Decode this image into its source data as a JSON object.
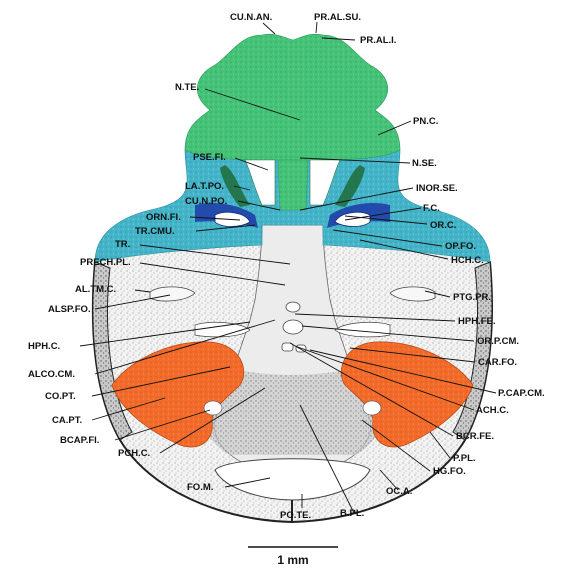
{
  "labels": {
    "cu_n_an": "CU.N.AN.",
    "pr_al_su": "PR.AL.SU.",
    "pr_al_i": "PR.AL.I.",
    "n_te": "N.TE.",
    "pn_c": "PN.C.",
    "pse_fi": "PSE.FI.",
    "n_se": "N.SE.",
    "la_t_po": "LA.T.PO.",
    "inor_se": "INOR.SE.",
    "cu_n_po": "CU.N.PO.",
    "f_c": "F.C.",
    "orn_fi": "ORN.FI.",
    "or_c": "OR.C.",
    "tr_cmu": "TR.CMU.",
    "op_fo": "OP.FO.",
    "tr": "TR.",
    "hch_c": "HCH.C.",
    "prech_pl": "PRECH.PL.",
    "al_tm_c": "AL.TM.C.",
    "ptg_pr": "PTG.PR.",
    "alsp_fo": "ALSP.FO.",
    "hph_fe": "HPH.FE.",
    "hph_c": "HPH.C.",
    "or_p_cm": "OR.P.CM.",
    "alco_cm": "ALCO.CM.",
    "car_fo": "CAR.FO.",
    "co_pt": "CO.PT.",
    "p_cap_cm": "P.CAP.CM.",
    "ca_pt": "CA.PT.",
    "ach_c": "ACH.C.",
    "bcap_fi": "BCAP.FI.",
    "bcr_fe": "BCR.FE.",
    "pch_c": "PCH.C.",
    "p_pl": "P.PL.",
    "hg_fo": "HG.FO.",
    "fo_m": "FO.M.",
    "oc_a": "OC.A.",
    "po_te": "PO.TE.",
    "b_pl": "B.PL."
  },
  "scale_bar": {
    "label": "1 mm"
  },
  "colors": {
    "nasal_green": "#3fbf72",
    "orbital_cyan": "#3fb6c8",
    "orbital_blue": "#1f3fa8",
    "otic_orange": "#f06a2a",
    "cartilage_gray": "#d9d9d9",
    "outline": "#222222"
  }
}
